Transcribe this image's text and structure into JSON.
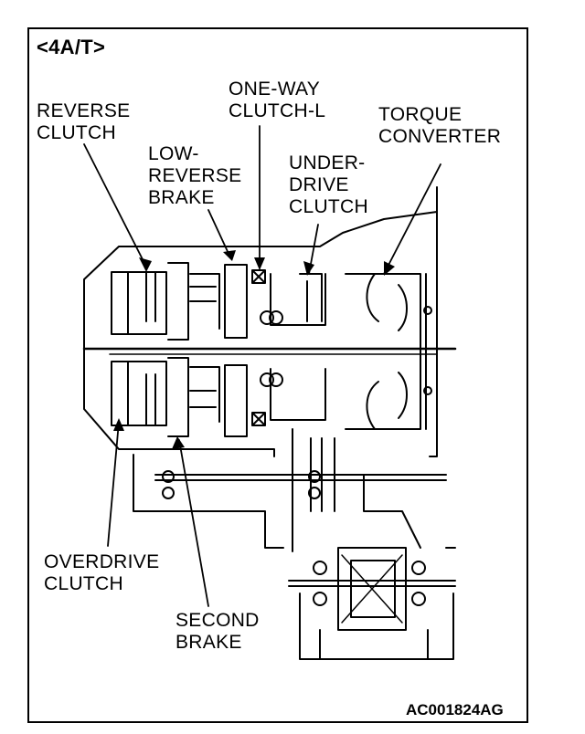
{
  "heading": "<4A/T>",
  "labels": {
    "reverse_clutch": "REVERSE\nCLUTCH",
    "one_way_clutch": "ONE-WAY\nCLUTCH-L",
    "torque_converter": "TORQUE\nCONVERTER",
    "low_reverse_brake": "LOW-\nREVERSE\nBRAKE",
    "underdrive_clutch": "UNDER-\nDRIVE\nCLUTCH",
    "overdrive_clutch": "OVERDRIVE\nCLUTCH",
    "second_brake": "SECOND\nBRAKE"
  },
  "figure_code": "AC001824AG",
  "colors": {
    "ink": "#000000",
    "paper": "#ffffff"
  }
}
